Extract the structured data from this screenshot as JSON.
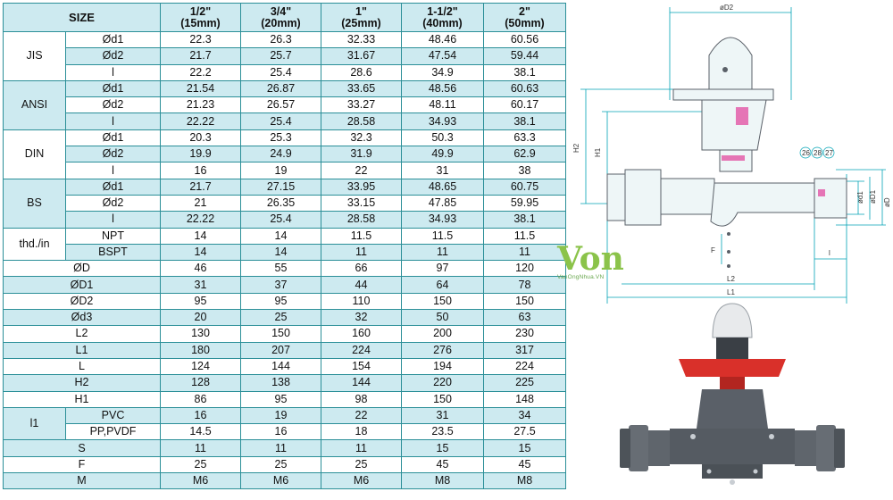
{
  "table": {
    "size_label": "SIZE",
    "sizes": [
      {
        "inch": "1/2\"",
        "mm": "(15mm)"
      },
      {
        "inch": "3/4\"",
        "mm": "(20mm)"
      },
      {
        "inch": "1\"",
        "mm": "(25mm)"
      },
      {
        "inch": "1-1/2\"",
        "mm": "(40mm)"
      },
      {
        "inch": "2\"",
        "mm": "(50mm)"
      }
    ],
    "groups": [
      {
        "name": "JIS",
        "rows": [
          {
            "label": "Ød1",
            "values": [
              "22.3",
              "26.3",
              "32.33",
              "48.46",
              "60.56"
            ]
          },
          {
            "label": "Ød2",
            "values": [
              "21.7",
              "25.7",
              "31.67",
              "47.54",
              "59.44"
            ]
          },
          {
            "label": "l",
            "values": [
              "22.2",
              "25.4",
              "28.6",
              "34.9",
              "38.1"
            ]
          }
        ]
      },
      {
        "name": "ANSI",
        "rows": [
          {
            "label": "Ød1",
            "values": [
              "21.54",
              "26.87",
              "33.65",
              "48.56",
              "60.63"
            ]
          },
          {
            "label": "Ød2",
            "values": [
              "21.23",
              "26.57",
              "33.27",
              "48.11",
              "60.17"
            ]
          },
          {
            "label": "l",
            "values": [
              "22.22",
              "25.4",
              "28.58",
              "34.93",
              "38.1"
            ]
          }
        ]
      },
      {
        "name": "DIN",
        "rows": [
          {
            "label": "Ød1",
            "values": [
              "20.3",
              "25.3",
              "32.3",
              "50.3",
              "63.3"
            ]
          },
          {
            "label": "Ød2",
            "values": [
              "19.9",
              "24.9",
              "31.9",
              "49.9",
              "62.9"
            ]
          },
          {
            "label": "l",
            "values": [
              "16",
              "19",
              "22",
              "31",
              "38"
            ]
          }
        ]
      },
      {
        "name": "BS",
        "rows": [
          {
            "label": "Ød1",
            "values": [
              "21.7",
              "27.15",
              "33.95",
              "48.65",
              "60.75"
            ]
          },
          {
            "label": "Ød2",
            "values": [
              "21",
              "26.35",
              "33.15",
              "47.85",
              "59.95"
            ]
          },
          {
            "label": "l",
            "values": [
              "22.22",
              "25.4",
              "28.58",
              "34.93",
              "38.1"
            ]
          }
        ]
      },
      {
        "name": "thd./in",
        "rows": [
          {
            "label": "NPT",
            "values": [
              "14",
              "14",
              "11.5",
              "11.5",
              "11.5"
            ]
          },
          {
            "label": "BSPT",
            "values": [
              "14",
              "14",
              "11",
              "11",
              "11"
            ]
          }
        ]
      }
    ],
    "dims": [
      {
        "label": "ØD",
        "values": [
          "46",
          "55",
          "66",
          "97",
          "120"
        ]
      },
      {
        "label": "ØD1",
        "values": [
          "31",
          "37",
          "44",
          "64",
          "78"
        ]
      },
      {
        "label": "ØD2",
        "values": [
          "95",
          "95",
          "110",
          "150",
          "150"
        ]
      },
      {
        "label": "Ød3",
        "values": [
          "20",
          "25",
          "32",
          "50",
          "63"
        ]
      },
      {
        "label": "L2",
        "values": [
          "130",
          "150",
          "160",
          "200",
          "230"
        ]
      },
      {
        "label": "L1",
        "values": [
          "180",
          "207",
          "224",
          "276",
          "317"
        ]
      },
      {
        "label": "L",
        "values": [
          "124",
          "144",
          "154",
          "194",
          "224"
        ]
      },
      {
        "label": "H2",
        "values": [
          "128",
          "138",
          "144",
          "220",
          "225"
        ]
      },
      {
        "label": "H1",
        "values": [
          "86",
          "95",
          "98",
          "150",
          "148"
        ]
      }
    ],
    "l1_group": {
      "name": "l1",
      "rows": [
        {
          "label": "PVC",
          "values": [
            "16",
            "19",
            "22",
            "31",
            "34"
          ]
        },
        {
          "label": "PP,PVDF",
          "values": [
            "14.5",
            "16",
            "18",
            "23.5",
            "27.5"
          ]
        }
      ]
    },
    "dims_end": [
      {
        "label": "S",
        "values": [
          "11",
          "11",
          "11",
          "15",
          "15"
        ]
      },
      {
        "label": "F",
        "values": [
          "25",
          "25",
          "25",
          "45",
          "45"
        ]
      },
      {
        "label": "M",
        "values": [
          "M6",
          "M6",
          "M6",
          "M8",
          "M8"
        ]
      }
    ]
  },
  "drawing": {
    "labels": {
      "d2": "øD2",
      "h2": "H2",
      "h1": "H1",
      "d": "øD",
      "d1": "øD1",
      "dd1": "ød1",
      "f": "F",
      "l2": "L2",
      "l1": "L1",
      "l": "l",
      "callouts": [
        "26",
        "28",
        "27"
      ]
    }
  },
  "brand": {
    "name": "Von",
    "url": "VanOngNhua.VN"
  },
  "colors": {
    "border": "#2b8f98",
    "row_alt": "#cdeaf0",
    "brand": "#8bc34a",
    "valve_body": "#5a6068",
    "handwheel": "#d9302a",
    "drawing_line": "#00a3b5",
    "section_pink": "#e24aa0"
  }
}
